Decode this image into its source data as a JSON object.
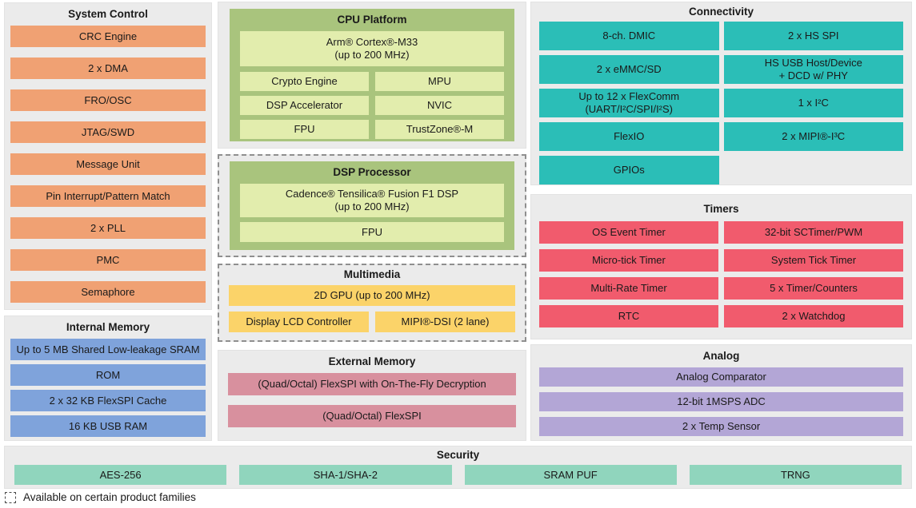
{
  "palette": {
    "section_bg": "#EBEBEB",
    "system_control": "#F0A173",
    "internal_memory": "#7FA3DB",
    "cpu_container": "#A9C47D",
    "cpu_inner_block": "#E2EDAD",
    "multimedia": "#FBD369",
    "external_memory": "#D8909E",
    "connectivity": "#2BBEB7",
    "timers": "#F15B6D",
    "analog": "#B3A6D6",
    "security": "#90D5BD"
  },
  "system_control": {
    "title": "System Control",
    "items": [
      "CRC Engine",
      "2 x DMA",
      "FRO/OSC",
      "JTAG/SWD",
      "Message Unit",
      "Pin Interrupt/Pattern Match",
      "2 x PLL",
      "PMC",
      "Semaphore"
    ]
  },
  "internal_memory": {
    "title": "Internal Memory",
    "items": [
      "Up to 5 MB Shared Low-leakage SRAM",
      "ROM",
      "2 x 32 KB FlexSPI Cache",
      "16 KB USB RAM"
    ]
  },
  "cpu_platform": {
    "title": "CPU Platform",
    "main": "Arm® Cortex®-M33\n(up to 200 MHz)",
    "left": [
      "Crypto Engine",
      "DSP Accelerator",
      "FPU"
    ],
    "right": [
      "MPU",
      "NVIC",
      "TrustZone®-M"
    ]
  },
  "dsp_processor": {
    "title": "DSP Processor",
    "main": "Cadence® Tensilica® Fusion F1 DSP\n(up to 200 MHz)",
    "sub": "FPU"
  },
  "multimedia": {
    "title": "Multimedia",
    "main": "2D GPU (up to 200 MHz)",
    "left": "Display LCD Controller",
    "right": "MIPI®-DSI (2 lane)"
  },
  "external_memory": {
    "title": "External Memory",
    "items": [
      "(Quad/Octal) FlexSPI with On-The-Fly Decryption",
      "(Quad/Octal) FlexSPI"
    ]
  },
  "connectivity": {
    "title": "Connectivity",
    "left": [
      "8-ch. DMIC",
      "2 x eMMC/SD",
      "Up to 12 x FlexComm\n(UART/I²C/SPI/I²S)",
      "FlexIO",
      "GPIOs"
    ],
    "right": [
      "2 x HS SPI",
      "HS USB Host/Device\n+ DCD w/ PHY",
      "1 x I²C",
      "2 x MIPI®-I³C"
    ]
  },
  "timers": {
    "title": "Timers",
    "left": [
      "OS Event Timer",
      "Micro-tick Timer",
      "Multi-Rate Timer",
      "RTC"
    ],
    "right": [
      "32-bit SCTimer/PWM",
      "System Tick Timer",
      "5 x Timer/Counters",
      "2 x Watchdog"
    ]
  },
  "analog": {
    "title": "Analog",
    "items": [
      "Analog Comparator",
      "12-bit 1MSPS ADC",
      "2 x Temp Sensor"
    ]
  },
  "security": {
    "title": "Security",
    "items": [
      "AES-256",
      "SHA-1/SHA-2",
      "SRAM PUF",
      "TRNG"
    ]
  },
  "footnote": {
    "label": "Available on certain product families"
  }
}
